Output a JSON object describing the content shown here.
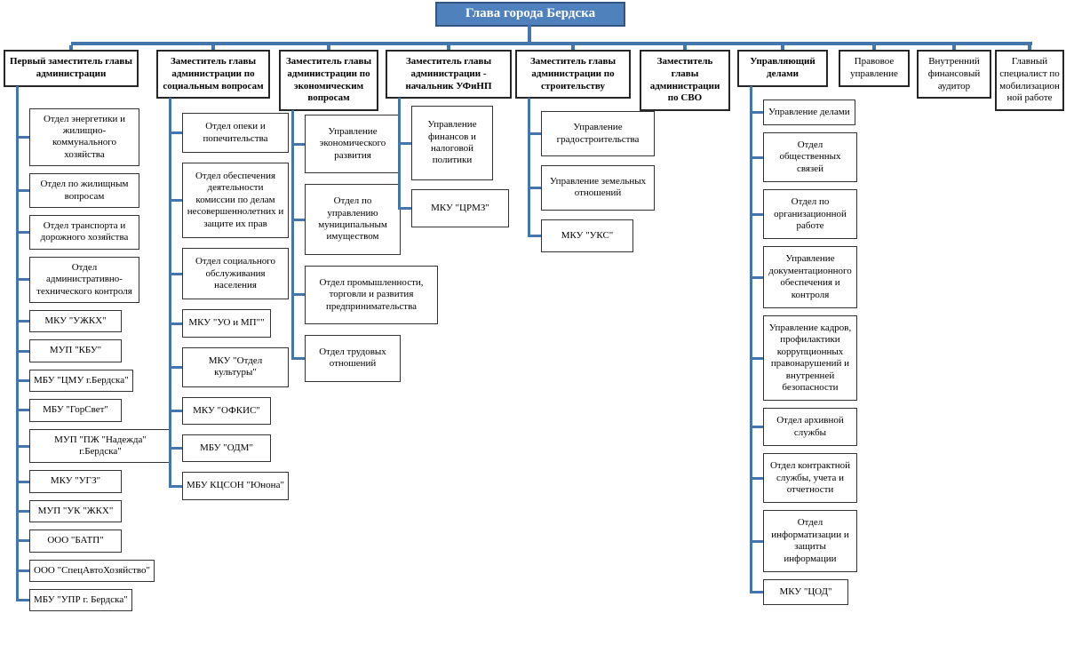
{
  "title": "Глава города Бердска",
  "colors": {
    "accent": "#4f81bd",
    "title_border": "#31567f",
    "title_text": "#ffffff",
    "connector_line": "#4576ab",
    "header_border": "#262626",
    "box_border": "#333333",
    "background": "#ffffff"
  },
  "columns": [
    {
      "header": "Первый заместитель главы администрации",
      "children": [
        "Отдел энергетики и жилищно-коммунального хозяйства",
        "Отдел по жилищным вопросам",
        "Отдел транспорта и дорожного хозяйства",
        "Отдел административно-технического контроля",
        "МКУ \"УЖКХ\"",
        "МУП \"КБУ\"",
        "МБУ \"ЦМУ г.Бердска\"",
        "МБУ \"ГорСвет\"",
        "МУП \"ПЖ \"Надежда\" г.Бердска\"",
        "МКУ \"УГЗ\"",
        "МУП \"УК \"ЖКХ\"",
        "ООО \"БАТП\"",
        "ООО \"СпецАвтоХозяйство\"",
        "МБУ \"УПР г. Бердска\""
      ]
    },
    {
      "header": "Заместитель главы администрации по социальным вопросам",
      "children": [
        "Отдел опеки и попечительства",
        "Отдел обеспечения деятельности комиссии по делам несовершеннолетних и защите их прав",
        "Отдел социального обслуживания населения",
        "МКУ \"УО и МП\"\"",
        "МКУ \"Отдел культуры\"",
        "МКУ \"ОФКИС\"",
        "МБУ \"ОДМ\"",
        "МБУ КЦСОН \"Юнона\""
      ]
    },
    {
      "header": "Заместитель главы администрации по экономическим вопросам",
      "children": [
        "Управление экономического развития",
        "Отдел по управлению муниципальным имуществом",
        "Отдел промышленности, торговли и развития предпринимательства",
        "Отдел трудовых отношений"
      ]
    },
    {
      "header": "Заместитель главы администрации - начальник УФиНП",
      "children": [
        "Управление финансов и налоговой политики",
        "МКУ \"ЦРМЗ\""
      ]
    },
    {
      "header": "Заместитель главы администрации по строительству",
      "children": [
        "Управление градостроительства",
        "Управление земельных отношений",
        "МКУ \"УКС\""
      ]
    },
    {
      "header": "Заместитель главы администрации по СВО",
      "children": []
    },
    {
      "header": "Управляющий делами",
      "children": [
        "Управление делами",
        "Отдел общественных связей",
        "Отдел по организационной работе",
        "Управление документационного обеспечения и контроля",
        "Управление кадров, профилактики коррупционных правонарушений и внутренней безопасности",
        "Отдел архивной службы",
        "Отдел контрактной службы, учета и отчетности",
        "Отдел информатизации и защиты информации",
        "МКУ \"ЦОД\""
      ]
    },
    {
      "header": "Правовое управление",
      "children": []
    },
    {
      "header": "Внутренний финансовый аудитор",
      "children": []
    },
    {
      "header": "Главный специалист по мобилизационной работе",
      "children": []
    }
  ]
}
